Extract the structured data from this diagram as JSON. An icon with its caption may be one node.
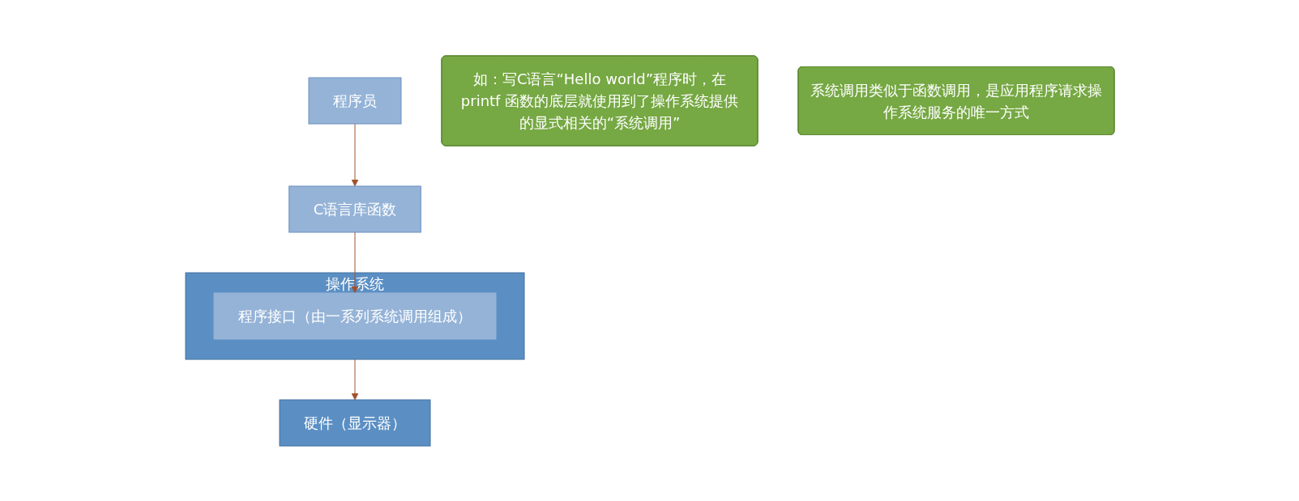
{
  "diagram": {
    "nodes": [
      {
        "text": [
          "程序员"
        ]
      },
      {
        "text": [
          "C语言库函数"
        ]
      },
      {
        "text": [
          "操作系统"
        ]
      },
      {
        "text": [
          "程序接口（由一系列系统调用组成）"
        ],
        "in": 2
      },
      {
        "text": [
          "硬件（显示器）"
        ]
      },
      {
        "text": [
          "如：写C语言“Hello world”程序时，在printf 函数的底层就使用到了操作系统提供的显式相关的“系统调用”"
        ]
      },
      {
        "text": [
          "系统调用类似于函数调用，是应用程序请求操作系统服务的唯一方式"
        ]
      }
    ],
    "edges": [
      {
        "from": 0,
        "to": 1,
        "arrow": "to"
      },
      {
        "from": 1,
        "to": 3,
        "arrow": "to"
      },
      {
        "from": 2,
        "to": 4,
        "arrow": "to"
      }
    ]
  }
}
